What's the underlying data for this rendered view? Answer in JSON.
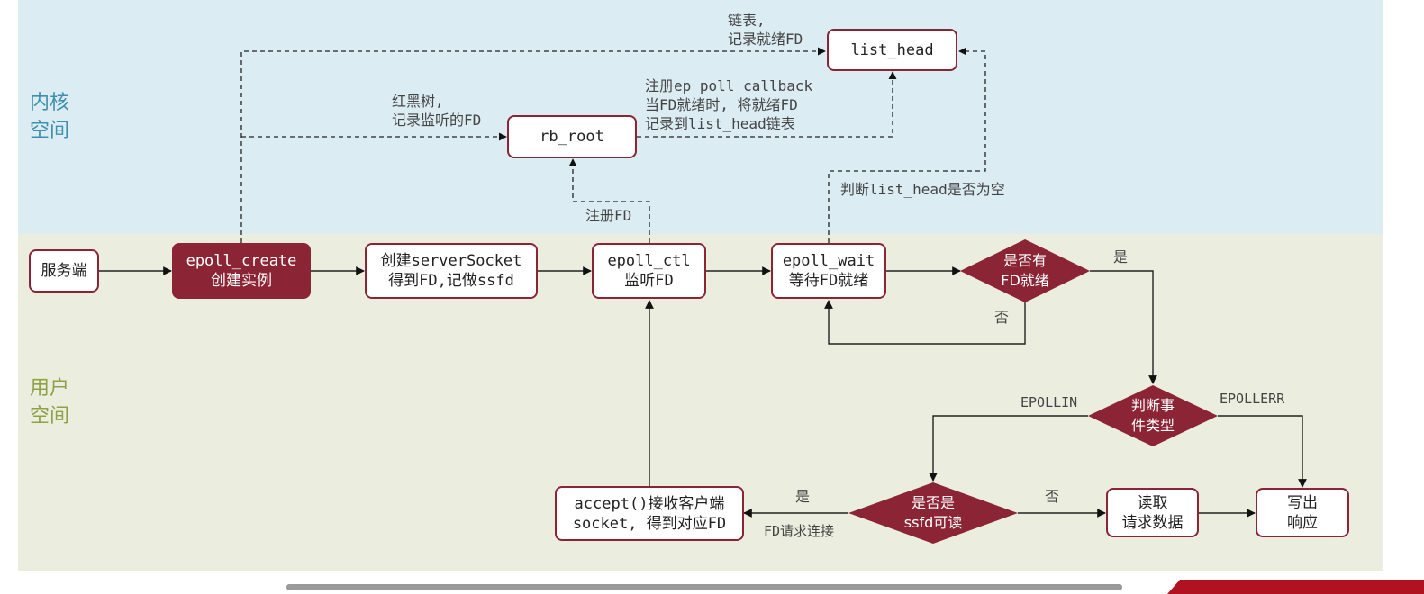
{
  "zones": {
    "kernel_label": "内核\n空间",
    "user_label": "用户\n空间"
  },
  "nodes": {
    "server": "服务端",
    "epoll_create": "epoll_create\n创建实例",
    "create_server_socket": "创建serverSocket\n得到FD,记做ssfd",
    "epoll_ctl": "epoll_ctl\n监听FD",
    "epoll_wait": "epoll_wait\n等待FD就绪",
    "rb_root": "rb_root",
    "list_head": "list_head",
    "accept": "accept()接收客户端\nsocket, 得到对应FD",
    "read_request": "读取\n请求数据",
    "write_response": "写出\n响应"
  },
  "decisions": {
    "fd_ready": "是否有\nFD就绪",
    "event_type": "判断事\n件类型",
    "ssfd_readable": "是否是\nssfd可读"
  },
  "edge_labels": {
    "linked_list": "链表,\n记录就绪FD",
    "red_black_tree": "红黑树,\n记录监听的FD",
    "register_callback": "注册ep_poll_callback\n当FD就绪时, 将就绪FD\n记录到list_head链表",
    "register_fd": "注册FD",
    "check_list_head": "判断list_head是否为空",
    "yes_ready": "是",
    "no_ready": "否",
    "epollin": "EPOLLIN",
    "epollerr": "EPOLLERR",
    "yes_ssfd": "是",
    "no_ssfd": "否",
    "fd_connect_request": "FD请求连接"
  },
  "colors": {
    "kernel_bg": "#dcecf3",
    "user_bg": "#ebeedf",
    "accent": "#8b2434",
    "kernel_text": "#3f8fae",
    "user_text": "#8fa147"
  }
}
